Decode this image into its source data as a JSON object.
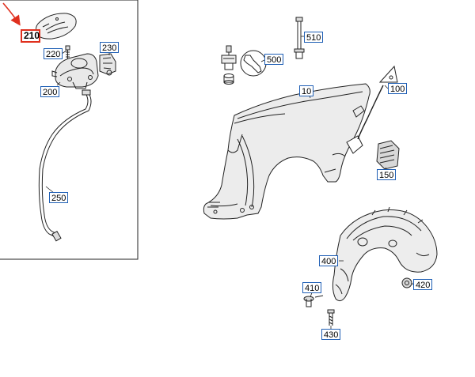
{
  "colors": {
    "callout_border": "#1f5fb5",
    "highlight": "#e0301e",
    "line": "#222222"
  },
  "callouts": [
    {
      "id": "210",
      "label": "210",
      "highlighted": true
    },
    {
      "id": "220",
      "label": "220",
      "highlighted": false
    },
    {
      "id": "230",
      "label": "230",
      "highlighted": false
    },
    {
      "id": "200",
      "label": "200",
      "highlighted": false
    },
    {
      "id": "250",
      "label": "250",
      "highlighted": false
    },
    {
      "id": "510",
      "label": "510",
      "highlighted": false
    },
    {
      "id": "500",
      "label": "500",
      "highlighted": false
    },
    {
      "id": "10",
      "label": "10",
      "highlighted": false
    },
    {
      "id": "100",
      "label": "100",
      "highlighted": false
    },
    {
      "id": "150",
      "label": "150",
      "highlighted": false
    },
    {
      "id": "400",
      "label": "400",
      "highlighted": false
    },
    {
      "id": "410",
      "label": "410",
      "highlighted": false
    },
    {
      "id": "420",
      "label": "420",
      "highlighted": false
    },
    {
      "id": "430",
      "label": "430",
      "highlighted": false
    }
  ]
}
